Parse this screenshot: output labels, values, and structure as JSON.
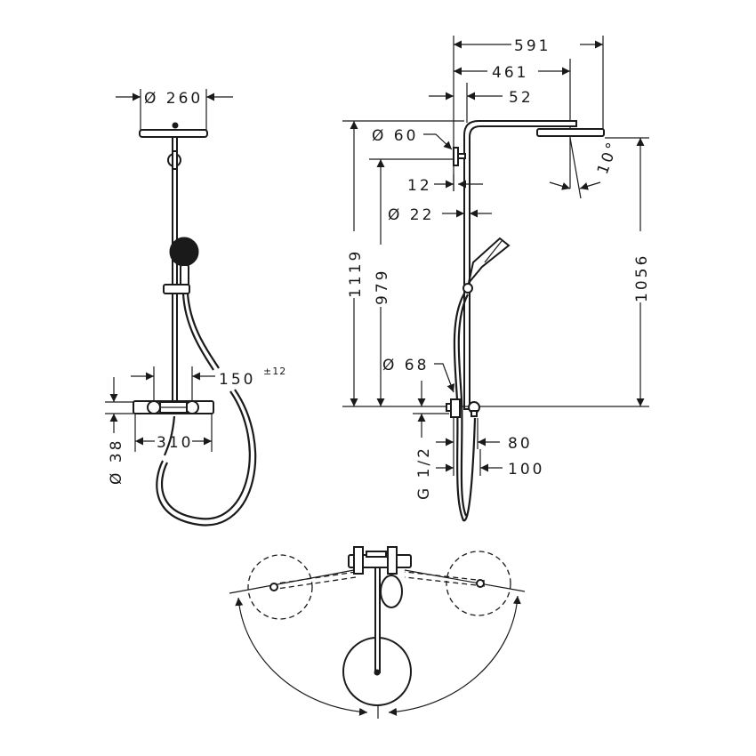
{
  "front_view": {
    "head_diameter": "Ø 260",
    "knob_spacing": "150",
    "knob_spacing_tolerance": "±12",
    "pipe_diameter": "Ø 38",
    "mixer_width": "310"
  },
  "side_view": {
    "arm_length_total": "591",
    "arm_length_center": "461",
    "wall_offset": "52",
    "bracket_diameter": "Ø 60",
    "bracket_depth": "12",
    "pole_diameter": "Ø 22",
    "total_height": "1119",
    "bracket_height": "979",
    "head_height": "1056",
    "tilt_angle": "10°",
    "rosette_diameter": "Ø 68",
    "connection_thread": "G 1/2",
    "mixer_depth_min": "80",
    "mixer_depth_max": "100"
  }
}
